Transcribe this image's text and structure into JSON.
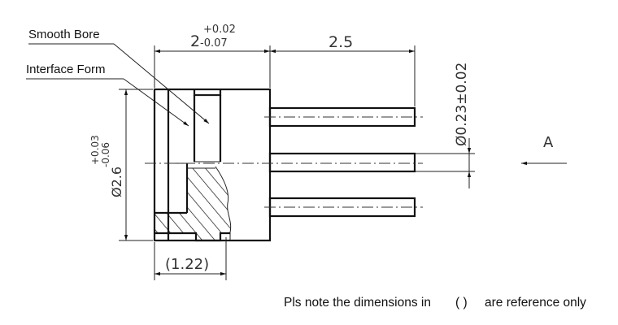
{
  "labels": {
    "smooth_bore": "Smooth Bore",
    "interface_form": "Interface Form",
    "view_marker": "A",
    "note": "Pls note the dimensions in",
    "note_paren": "( )",
    "note_suffix": "are reference only"
  },
  "dimensions": {
    "body_length_nominal": "2",
    "body_length_upper_tol": "+0.02",
    "body_length_lower_tol": "-0.07",
    "pin_length": "2.5",
    "pin_diameter": "Ø0.23±0.02",
    "body_diameter": "Ø2.6",
    "body_diameter_upper_tol": "+0.03",
    "body_diameter_lower_tol": "-0.06",
    "ref_width": "(1.22)"
  },
  "colors": {
    "line": "#111111",
    "text": "#111111"
  }
}
